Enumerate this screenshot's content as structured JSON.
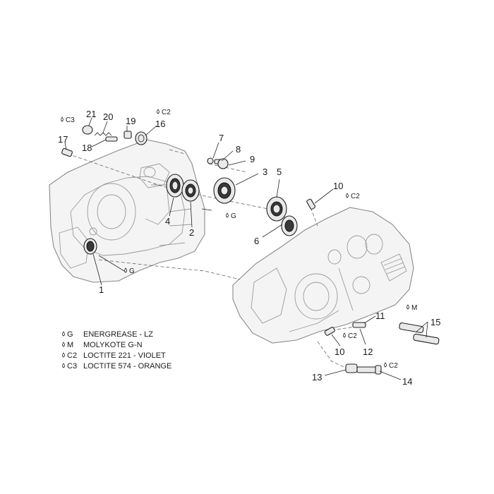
{
  "callouts": {
    "n1": "1",
    "n2": "2",
    "n3": "3",
    "n4": "4",
    "n5": "5",
    "n6": "6",
    "n7": "7",
    "n8": "8",
    "n9": "9",
    "n10a": "10",
    "n10b": "10",
    "n11": "11",
    "n12": "12",
    "n13": "13",
    "n14": "14",
    "n15": "15",
    "n16": "16",
    "n17": "17",
    "n18": "18",
    "n19": "19",
    "n20": "20",
    "n21": "21"
  },
  "lube_marks": {
    "c3_top": "C3",
    "c2_top": "C2",
    "g_bearing": "G",
    "g_seal": "G",
    "c2_stud": "C2",
    "c2_pin": "C2",
    "c2_bolt": "C2",
    "m_shafts": "M"
  },
  "legend": [
    {
      "code": "G",
      "text": "ENERGREASE - LZ"
    },
    {
      "code": "M",
      "text": "MOLYKOTE G-N"
    },
    {
      "code": "C2",
      "text": "LOCTITE 221 - VIOLET"
    },
    {
      "code": "C3",
      "text": "LOCTITE 574 - ORANGE"
    }
  ]
}
